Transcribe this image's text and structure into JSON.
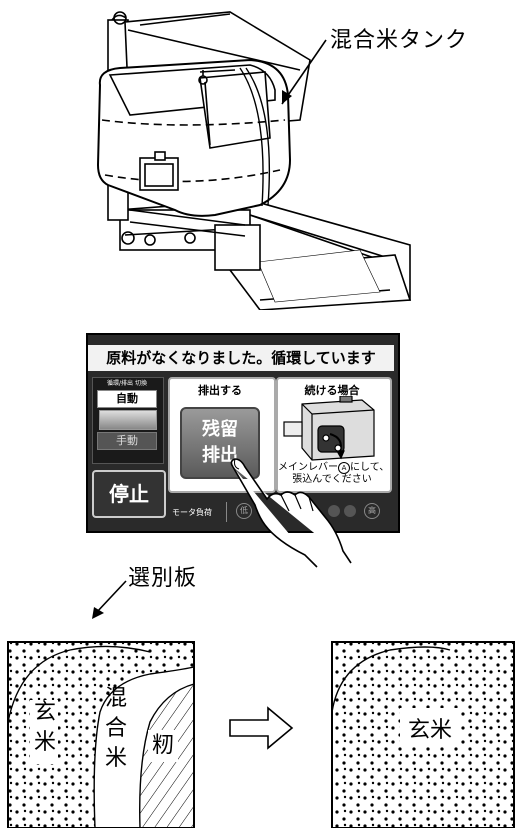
{
  "figure1": {
    "callout": "混合米タンク"
  },
  "figure2": {
    "header": "原料がなくなりました。循環しています",
    "mode_label": "循環/排出 切換",
    "auto_label": "自動",
    "manual_label": "手動",
    "stop_label": "停止",
    "discharge_title": "排出する",
    "residual_line1": "残留",
    "residual_line2": "排出",
    "continue_title": "続ける場合",
    "continue_msg_line1": "メインレバー",
    "continue_msg_circle": "A",
    "continue_msg_line1_end": "にして、",
    "continue_msg_line2": "張込んでください",
    "motor_load_label": "モータ負荷",
    "load_low": "低",
    "load_high": "高"
  },
  "figure3": {
    "callout": "選別板",
    "left_brown": "玄米",
    "left_mixed": "混合米",
    "left_paddy": "籾",
    "right_brown": "玄米"
  }
}
